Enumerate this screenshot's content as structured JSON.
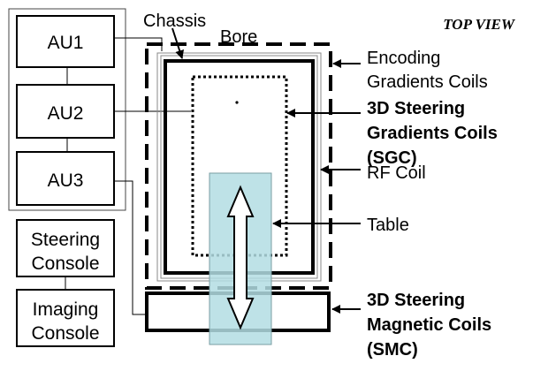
{
  "title": "TOP VIEW",
  "units": [
    "AU1",
    "AU2",
    "AU3"
  ],
  "consoles": {
    "steering": [
      "Steering",
      "Console"
    ],
    "imaging": [
      "Imaging",
      "Console"
    ]
  },
  "labels": {
    "chassis": "Chassis",
    "bore": "Bore",
    "encoding": [
      "Encoding",
      "Gradients Coils"
    ],
    "sgc": [
      "3D Steering",
      "Gradients Coils",
      "(SGC)"
    ],
    "rf": "RF Coil",
    "table": "Table",
    "smc": [
      "3D Steering",
      "Magnetic Coils",
      "(SMC)"
    ]
  },
  "colors": {
    "table_fill": "#b3dde3",
    "line": "#000000"
  }
}
